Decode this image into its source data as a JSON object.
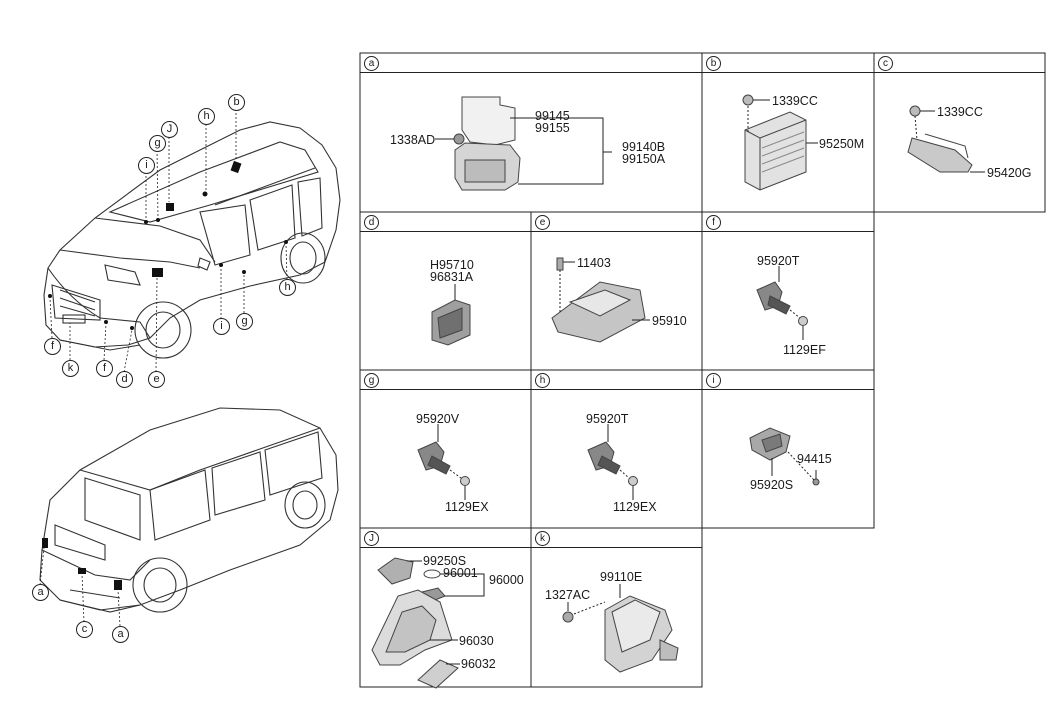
{
  "callouts": {
    "b": "b",
    "h": "h",
    "g": "g",
    "J": "J",
    "i": "i",
    "f": "f",
    "k": "k",
    "d": "d",
    "e": "e",
    "a": "a",
    "c": "c"
  },
  "cells": {
    "a": {
      "label": "a",
      "parts": {
        "p1": "99145",
        "p2": "99155",
        "p3": "1338AD",
        "p4": "99140B",
        "p5": "99150A"
      }
    },
    "b": {
      "label": "b",
      "parts": {
        "p1": "1339CC",
        "p2": "95250M"
      }
    },
    "c": {
      "label": "c",
      "parts": {
        "p1": "1339CC",
        "p2": "95420G"
      }
    },
    "d": {
      "label": "d",
      "parts": {
        "p1": "H95710",
        "p2": "96831A"
      }
    },
    "e": {
      "label": "e",
      "parts": {
        "p1": "11403",
        "p2": "95910"
      }
    },
    "f": {
      "label": "f",
      "parts": {
        "p1": "95920T",
        "p2": "1129EF"
      }
    },
    "g": {
      "label": "g",
      "parts": {
        "p1": "95920V",
        "p2": "1129EX"
      }
    },
    "h": {
      "label": "h",
      "parts": {
        "p1": "95920T",
        "p2": "1129EX"
      }
    },
    "i": {
      "label": "i",
      "parts": {
        "p1": "94415",
        "p2": "95920S"
      }
    },
    "J": {
      "label": "J",
      "parts": {
        "p1": "99250S",
        "p2": "96001",
        "p3": "96000",
        "p4": "96030",
        "p5": "96032"
      }
    },
    "k": {
      "label": "k",
      "parts": {
        "p1": "99110E",
        "p2": "1327AC"
      }
    }
  }
}
